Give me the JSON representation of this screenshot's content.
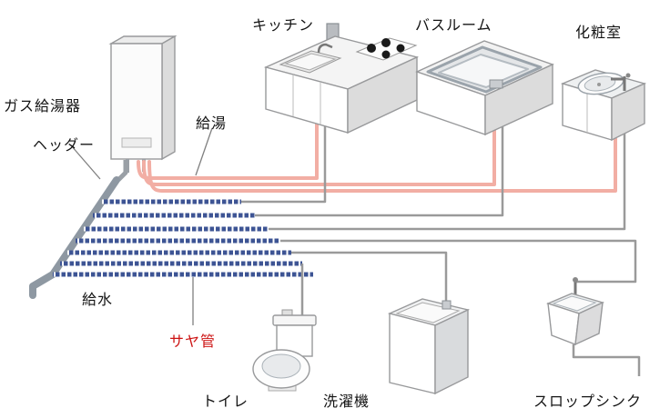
{
  "diagram": {
    "title": "sheath-pipe-header plumbing system diagram",
    "labels": {
      "gas_water_heater": "ガス給湯器",
      "header": "ヘッダー",
      "hot_water": "給湯",
      "kitchen": "キッチン",
      "bathroom": "バスルーム",
      "powder_room": "化粧室",
      "cold_water": "給水",
      "sheath_pipe": "サヤ管",
      "toilet": "トイレ",
      "washing_machine": "洗濯機",
      "slop_sink": "スロップシンク"
    },
    "colors": {
      "hot_pipe": "#f2aea4",
      "cold_pipe": "#3d5494",
      "gray_pipe": "#9a9a9a",
      "sheath_label": "#cc1111",
      "text": "#141414"
    }
  }
}
